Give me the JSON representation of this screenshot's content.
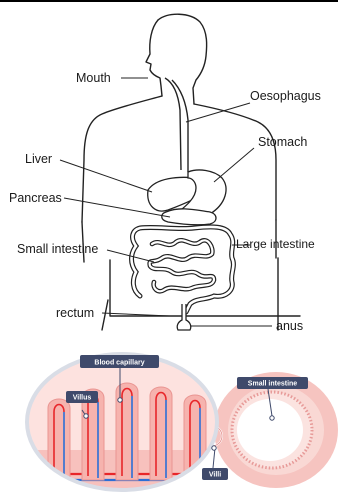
{
  "body_diagram": {
    "labels": {
      "mouth": "Mouth",
      "oesophagus": "Oesophagus",
      "stomach": "Stomach",
      "liver": "Liver",
      "pancreas": "Pancreas",
      "small_intestine": "Small intestine",
      "large_intestine": "Large intestine",
      "rectum": "rectum",
      "anus": "anus"
    }
  },
  "villi_diagram": {
    "labels": {
      "blood_capillary": "Blood capillary",
      "villus": "Villus",
      "small_intestine": "Small intestine",
      "villi": "Villi"
    },
    "colors": {
      "tag_bg": "#3f4a6b",
      "artery": "#e8262a",
      "vein": "#2c6fd6",
      "tissue": "#f4b9b9"
    }
  }
}
